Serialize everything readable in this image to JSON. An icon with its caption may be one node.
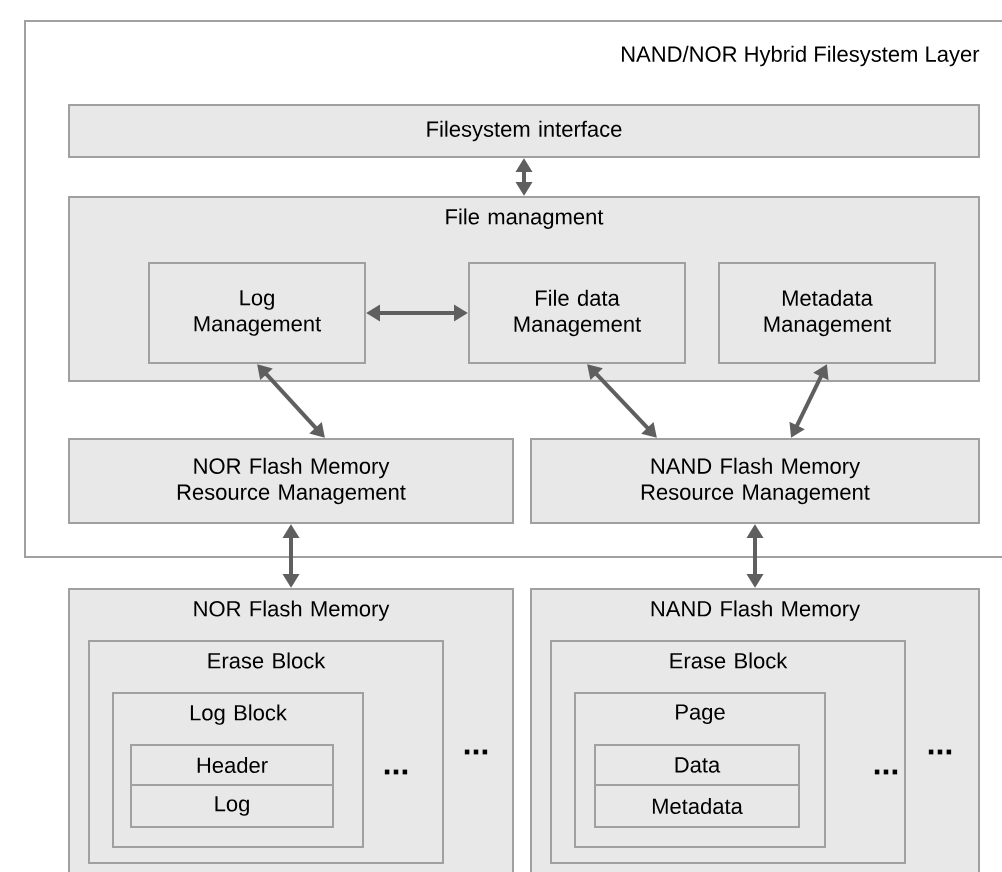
{
  "diagram": {
    "nodes": [
      {
        "text": [
          "NAND/NOR Hybrid Filesystem Layer"
        ]
      },
      {
        "text": [
          "Filesystem interface"
        ],
        "in": 0
      },
      {
        "text": [
          "File managment"
        ],
        "in": 0
      },
      {
        "text": [
          "Log Management"
        ],
        "in": 2
      },
      {
        "text": [
          "File data Management"
        ],
        "in": 2
      },
      {
        "text": [
          "Metadata Management"
        ],
        "in": 2
      },
      {
        "text": [
          "NOR Flash Memory Resource Management"
        ],
        "in": 0
      },
      {
        "text": [
          "NAND Flash Memory Resource Management"
        ],
        "in": 0
      },
      {
        "text": [
          "NOR Flash Memory"
        ]
      },
      {
        "text": [
          "Erase Block"
        ],
        "in": 8
      },
      {
        "text": [
          "Log Block"
        ],
        "in": 9
      },
      {
        "text": [
          "Header"
        ],
        "in": 10
      },
      {
        "text": [
          "Log"
        ],
        "in": 10
      },
      {
        "text": [
          "NAND Flash Memory"
        ]
      },
      {
        "text": [
          "Erase Block"
        ],
        "in": 13
      },
      {
        "text": [
          "Page"
        ],
        "in": 14
      },
      {
        "text": [
          "Data"
        ],
        "in": 15
      },
      {
        "text": [
          "Metadata"
        ],
        "in": 15
      }
    ],
    "edges": [
      {
        "from": 1,
        "to": 2,
        "arrow": "both"
      },
      {
        "from": 3,
        "to": 4,
        "arrow": "both"
      },
      {
        "from": 3,
        "to": 6,
        "arrow": "both"
      },
      {
        "from": 4,
        "to": 7,
        "arrow": "both"
      },
      {
        "from": 5,
        "to": 7,
        "arrow": "both"
      },
      {
        "from": 6,
        "to": 8,
        "arrow": "both"
      },
      {
        "from": 7,
        "to": 13,
        "arrow": "both"
      }
    ],
    "labels": [
      "...",
      "...",
      "...",
      "..."
    ]
  }
}
